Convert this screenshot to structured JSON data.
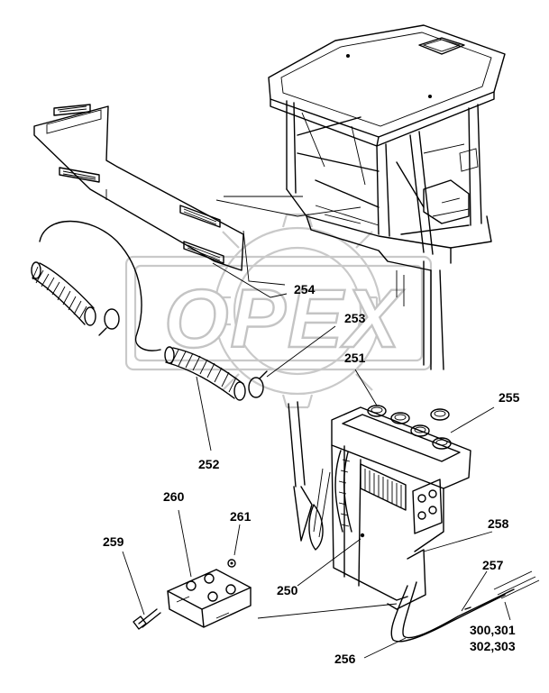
{
  "watermark": {
    "text": "OPEX",
    "color": "#c4c4c4"
  },
  "labels": {
    "l254": "254",
    "l253": "253",
    "l251": "251",
    "l255": "255",
    "l252": "252",
    "l260": "260",
    "l261": "261",
    "l259": "259",
    "l258": "258",
    "l257": "257",
    "l250": "250",
    "l256": "256",
    "l300": "300,301",
    "l302": "302,303"
  }
}
